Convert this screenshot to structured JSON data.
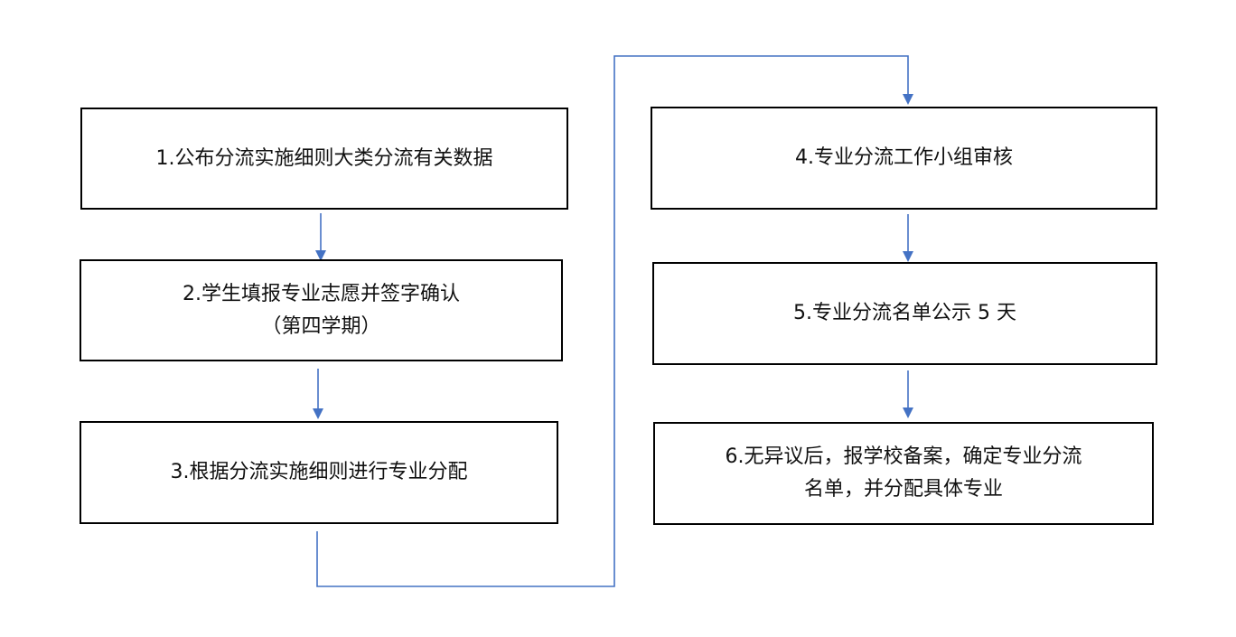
{
  "steps": [
    {
      "lines": [
        "1.公布分流实施细则大类分流有关数据"
      ]
    },
    {
      "lines": [
        "2.学生填报专业志愿并签字确认",
        "（第四学期）"
      ]
    },
    {
      "lines": [
        "3.根据分流实施细则进行专业分配"
      ]
    },
    {
      "lines": [
        "4.专业分流工作小组审核"
      ]
    },
    {
      "lines": [
        "5.专业分流名单公示 5 天"
      ]
    },
    {
      "lines": [
        "6.无异议后，报学校备案，确定专业分流",
        "名单，并分配具体专业"
      ]
    }
  ],
  "colors": {
    "connector": "#4472C4",
    "box_border": "#000000",
    "text": "#111111"
  }
}
